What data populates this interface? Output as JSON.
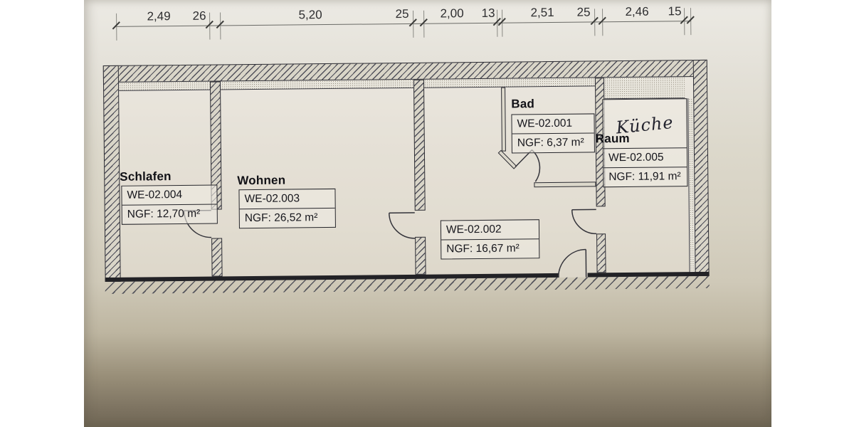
{
  "drawing": {
    "kind": "apartment floor plan (photographed drawing)",
    "paper_color": "#dcd8cb",
    "line_color": "#2c2c33"
  },
  "dimension_row": {
    "labels": [
      {
        "t": "2,49"
      },
      {
        "t": "26"
      },
      {
        "t": "5,20"
      },
      {
        "t": "25"
      },
      {
        "t": "2,00"
      },
      {
        "t": "13"
      },
      {
        "t": "2,51"
      },
      {
        "t": "25"
      },
      {
        "t": "2,46"
      },
      {
        "t": "15"
      }
    ]
  },
  "rooms": {
    "schlafen": {
      "name": "Schlafen",
      "code": "WE-02.004",
      "area": "NGF: 12,70 m²"
    },
    "wohnen": {
      "name": "Wohnen",
      "code": "WE-02.003",
      "area": "NGF: 26,52 m²"
    },
    "bad": {
      "name": "Bad",
      "code": "WE-02.001",
      "area": "NGF: 6,37 m²"
    },
    "flur": {
      "code": "WE-02.002",
      "area": "NGF: 16,67 m²"
    },
    "raum": {
      "name": "Raum",
      "handwritten": "Küche",
      "code": "WE-02.005",
      "area": "NGF: 11,91 m²"
    }
  }
}
